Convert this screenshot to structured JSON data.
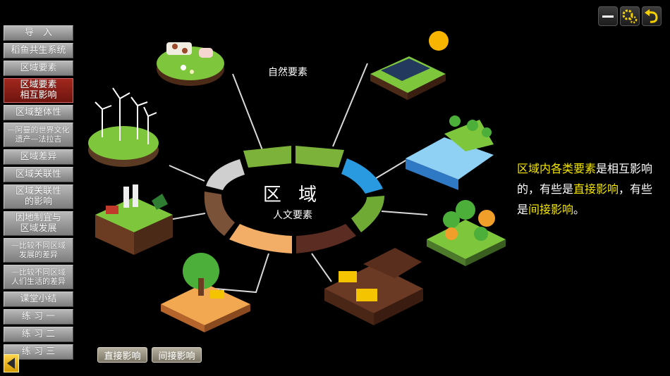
{
  "sidebar": {
    "items": [
      {
        "label": "导　入"
      },
      {
        "label": "稻鱼共生系统"
      },
      {
        "label": "区域要素"
      },
      {
        "label": "区域要素\n相互影响"
      },
      {
        "label": "区域整体性"
      },
      {
        "label": "—阿曼的世界文化\n遗产—法拉吉"
      },
      {
        "label": "区域差异"
      },
      {
        "label": "区域关联性"
      },
      {
        "label": "区域关联性\n的影响"
      },
      {
        "label": "因地制宜与\n区域发展"
      },
      {
        "label": "—比较不同区域\n发展的差异"
      },
      {
        "label": "—比较不同区域\n人们生活的差异"
      },
      {
        "label": "课堂小结"
      },
      {
        "label": "练 习 一"
      },
      {
        "label": "练 习 二"
      },
      {
        "label": "练 习 三"
      }
    ],
    "active_index": 3
  },
  "toolbar": {
    "icons": [
      "minimize-icon",
      "gear-icon",
      "undo-icon"
    ]
  },
  "diagram": {
    "center_title": "区 域",
    "human_label": "人文要素",
    "natural_label": "自然要素",
    "ring_colors": [
      "#7cb23a",
      "#2a9ae0",
      "#8a4a32",
      "#f0a860",
      "#7a5238",
      "#c8c8c8"
    ]
  },
  "explanation": {
    "parts": [
      {
        "text": "区域内各类要素",
        "highlight": true
      },
      {
        "text": "是相互影响的，有些是",
        "highlight": false
      },
      {
        "text": "直接影响",
        "highlight": true
      },
      {
        "text": "，有些是",
        "highlight": false
      },
      {
        "text": "间接影响",
        "highlight": true
      },
      {
        "text": "。",
        "highlight": false
      }
    ]
  },
  "buttons": {
    "direct": "直接影响",
    "indirect": "间接影响"
  }
}
